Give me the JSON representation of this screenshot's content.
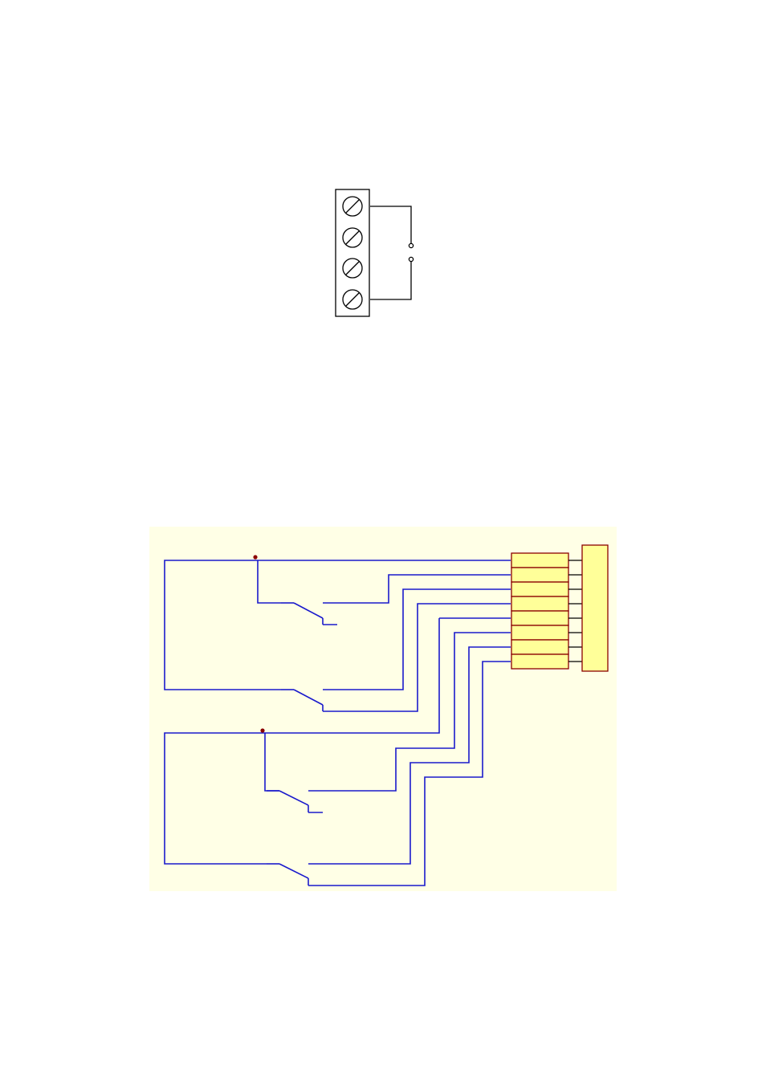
{
  "colors": {
    "page_background": "#ffffff",
    "panel_background": "#ffffe6",
    "terminal_line": "#000000",
    "wire": "#1a1acc",
    "junction": "#8b0000",
    "connector_fill": "#ffff99",
    "connector_border": "#8b0000",
    "connector_pin": "#000000"
  },
  "terminal_block": {
    "screw_count": 4,
    "icon": "screw-terminal-icon",
    "jumper_contacts": 2
  },
  "wiring_diagram": {
    "switch_count": 4,
    "switch_icon": "spdt-switch-icon",
    "connector_pins": 8,
    "junction_count": 2
  }
}
